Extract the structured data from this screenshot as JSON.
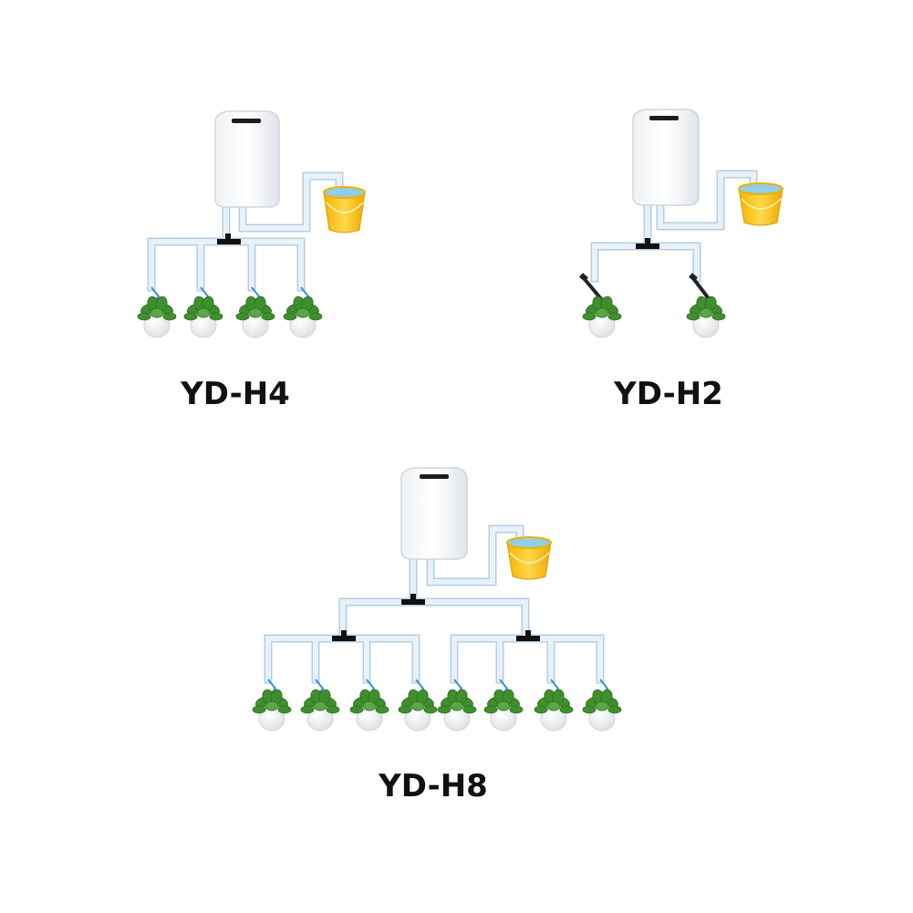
{
  "kits": [
    {
      "model": "YD-H4",
      "outlets": 4
    },
    {
      "model": "YD-H2",
      "outlets": 2
    },
    {
      "model": "YD-H8",
      "outlets": 8
    }
  ],
  "colors": {
    "tube": "#dbeaf6",
    "tube_edge": "#b7cde0",
    "connector": "#111111",
    "dripper_line": "#3a8fd0",
    "reservoir": "#ffcc1f",
    "water": "#8fd0e6",
    "pot": "#ffffff",
    "leaf": "#3f8f2e"
  },
  "icons": [
    "pump-unit-icon",
    "water-bucket-icon",
    "potted-plant-icon",
    "tee-connector-icon",
    "stake-dripper-icon"
  ]
}
